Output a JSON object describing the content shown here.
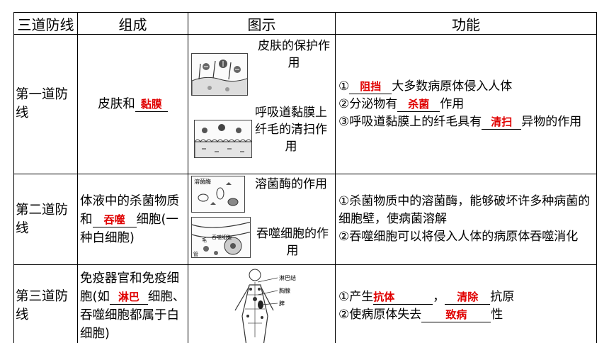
{
  "header": {
    "col1": "三道防线",
    "col2": "组成",
    "col3": "图示",
    "col4": "功能"
  },
  "rows": [
    {
      "defense": "第一道防线",
      "composition": {
        "prefix": "皮肤和",
        "answer": "黏膜"
      },
      "figure_labels": [
        "皮肤的保护作用",
        "呼吸道黏膜上纤毛的清扫作用"
      ],
      "functions": [
        {
          "prefix": "①",
          "answer": "阻挡",
          "suffix": "大多数病原体侵入人体"
        },
        {
          "prefix": "②分泌物有",
          "answer": "杀菌",
          "suffix": "作用"
        },
        {
          "prefix": "③呼吸道黏膜上的纤毛具有",
          "answer": "清扫",
          "suffix": "异物的作用"
        }
      ]
    },
    {
      "defense": "第二道防线",
      "composition": {
        "prefix": "体液中的杀菌物质和",
        "answer": "吞噬",
        "suffix": "细胞(一种白细胞)"
      },
      "figure_labels": [
        "溶菌酶的作用",
        "吞噬细胞的作用"
      ],
      "figure_inner": [
        "溶菌酶",
        "毛",
        "吞噬细胞",
        "管"
      ],
      "functions": [
        {
          "text": "①杀菌物质中的溶菌酶，能够破坏许多种病菌的细胞壁，使病菌溶解"
        },
        {
          "text": "②吞噬细胞可以将侵入人体的病原体吞噬消化"
        }
      ]
    },
    {
      "defense": "第三道防线",
      "composition": {
        "prefix": "免疫器官和免疫细胞(如",
        "answer": "淋巴",
        "suffix": "细胞、吞噬细胞都属于白细胞)"
      },
      "figure_inner": [
        "淋巴结",
        "胸腺",
        "脾"
      ],
      "functions": [
        {
          "prefix": "①产生",
          "answer": "抗体",
          "mid": "，",
          "answer2": "清除",
          "suffix": "抗原"
        },
        {
          "prefix": "②使病原体失去",
          "answer": "致病",
          "suffix": "性"
        }
      ]
    }
  ],
  "colors": {
    "answer": "#e00000",
    "border": "#000000"
  }
}
